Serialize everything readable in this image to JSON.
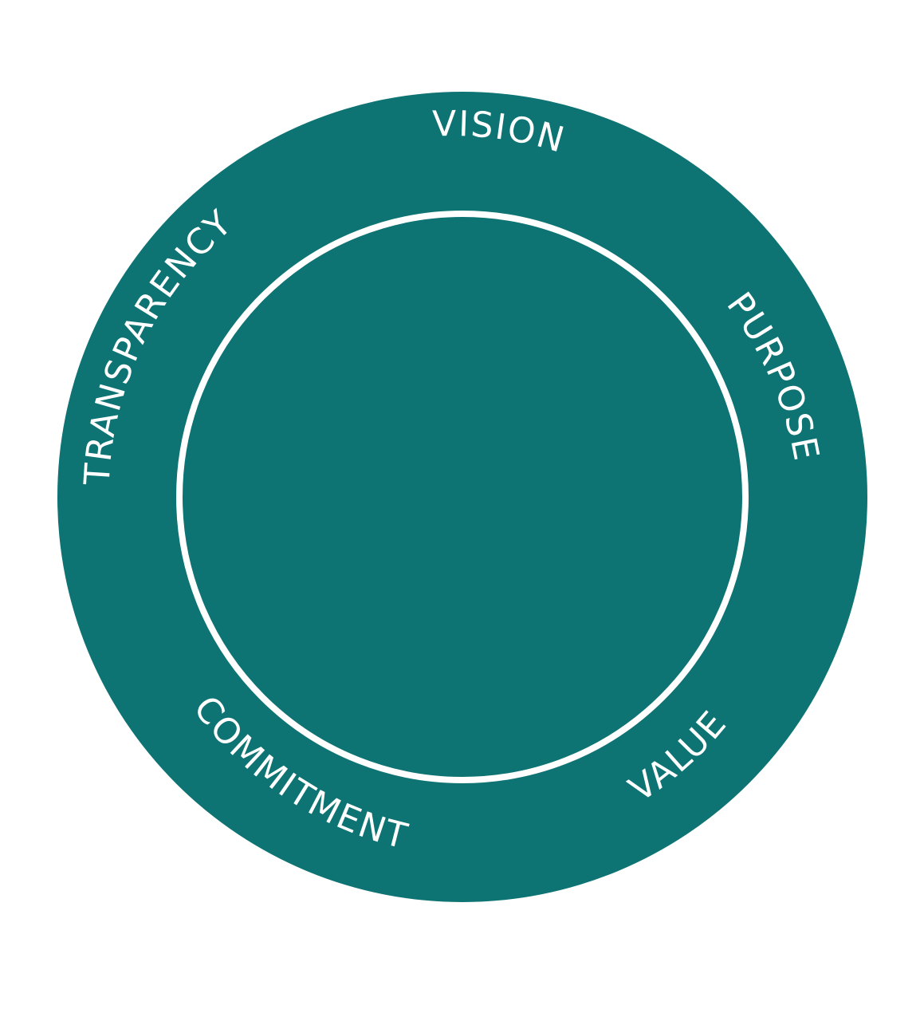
{
  "colors": {
    "background": "#ffffff",
    "ring": "#0d7373",
    "line": "#ffffff",
    "text": "#ffffff"
  },
  "labels": {
    "vision": "VISION",
    "purpose": "PURPOSE",
    "value": "VALUE",
    "commitment": "COMMITMENT",
    "transparency": "TRANSPARENCY"
  }
}
